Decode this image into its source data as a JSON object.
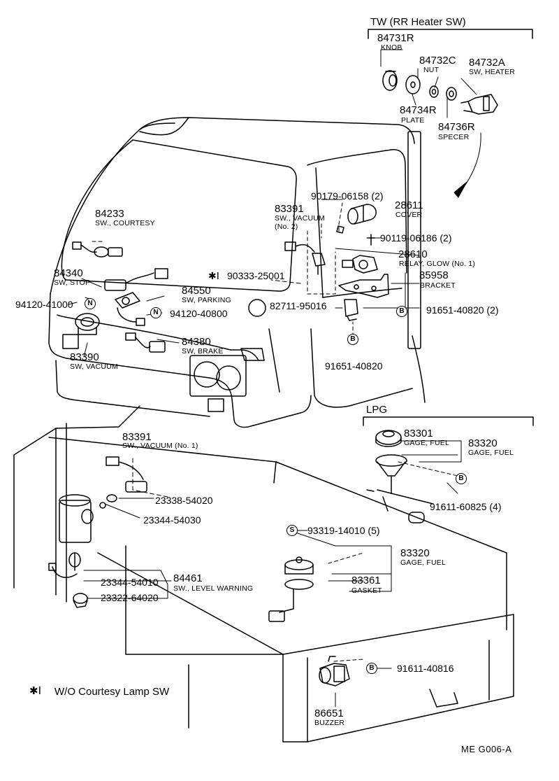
{
  "sections": {
    "tw_title": "TW (RR Heater SW)",
    "lpg_title": "LPG",
    "footnote": "W/O  Courtesy Lamp SW",
    "footnote_mark": "✱Ⅰ",
    "drawing_code": "ME  G006-A"
  },
  "symbols": {
    "N": "N",
    "B": "B",
    "S": "S"
  },
  "parts": {
    "p84731R": {
      "number": "84731R",
      "name": "KNOB"
    },
    "p84732C": {
      "number": "84732C",
      "name": "NUT"
    },
    "p84732A": {
      "number": "84732A",
      "name": "SW, HEATER"
    },
    "p84734R": {
      "number": "84734R",
      "name": "PLATE"
    },
    "p84736R": {
      "number": "84736R",
      "name": "SPECER"
    },
    "p90179": {
      "number": "90179-06158 (2)"
    },
    "p28611": {
      "number": "28611",
      "name": "COVER"
    },
    "p83391a": {
      "number": "83391",
      "name1": "SW., VACUUM",
      "name2": "(No. 2)"
    },
    "p90119": {
      "number": "90119-06186 (2)"
    },
    "p28610": {
      "number": "28610",
      "name": "RELAY, GLOW (No. 1)"
    },
    "p85958": {
      "number": "85958",
      "name": "BRACKET"
    },
    "p84233": {
      "number": "84233",
      "name": "SW., COURTESY"
    },
    "p90333": {
      "number": "90333-25001",
      "mark": "✱Ⅰ"
    },
    "p84340": {
      "number": "84340",
      "name": "SW, STOP"
    },
    "p84550": {
      "number": "84550",
      "name": "SW, PARKING"
    },
    "p94120_41000": {
      "number": "94120-41000"
    },
    "p94120_40800": {
      "number": "94120-40800"
    },
    "p82711": {
      "number": "82711-95016"
    },
    "p91651_2": {
      "number": "91651-40820 (2)"
    },
    "p84380": {
      "number": "84380",
      "name": "SW, BRAKE"
    },
    "p83390": {
      "number": "83390",
      "name": "SW, VACUUM"
    },
    "p91651": {
      "number": "91651-40820"
    },
    "p83301": {
      "number": "83301",
      "name": "GAGE, FUEL"
    },
    "p83320a": {
      "number": "83320",
      "name": "GAGE, FUEL"
    },
    "p91611_60825": {
      "number": "91611-60825 (4)"
    },
    "p83391b": {
      "number": "83391",
      "name": "SW., VACUUM (No. 1)"
    },
    "p23338": {
      "number": "23338-54020"
    },
    "p23344a": {
      "number": "23344-54030"
    },
    "p93319": {
      "number": "93319-14010 (5)"
    },
    "p83320b": {
      "number": "83320",
      "name": "GAGE, FUEL"
    },
    "p83361": {
      "number": "83361",
      "name": "GASKET"
    },
    "p84461": {
      "number": "84461",
      "name": "SW., LEVEL WARNING"
    },
    "p23344b": {
      "number": "23344-54010"
    },
    "p23322": {
      "number": "23322-64020"
    },
    "p91611_40816": {
      "number": "91611-40816"
    },
    "p86651": {
      "number": "86651",
      "name": "BUZZER"
    }
  }
}
